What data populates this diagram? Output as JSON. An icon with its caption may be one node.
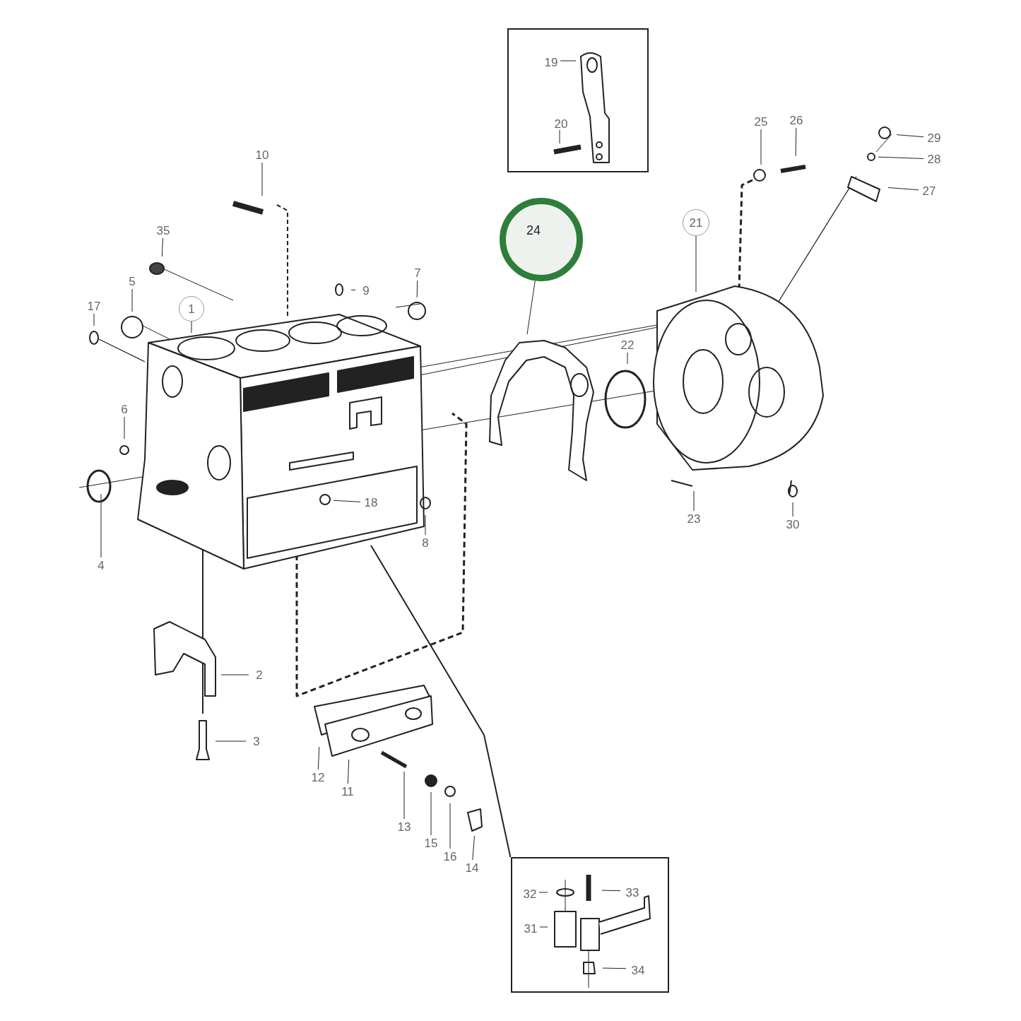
{
  "diagram": {
    "nodes": [
      {
        "text": [],
        "shape": "box"
      },
      {
        "text": [
          "19"
        ],
        "in": 0
      },
      {
        "text": [
          "20"
        ],
        "in": 0
      },
      {
        "text": [
          "25"
        ]
      },
      {
        "text": [
          "26"
        ]
      },
      {
        "text": [
          "29"
        ]
      },
      {
        "text": [
          "28"
        ]
      },
      {
        "text": [
          "27"
        ]
      },
      {
        "text": [
          "10"
        ]
      },
      {
        "text": [
          "24"
        ]
      },
      {
        "text": [
          "21"
        ]
      },
      {
        "text": [
          "35"
        ]
      },
      {
        "text": [
          "9"
        ]
      },
      {
        "text": [
          "7"
        ]
      },
      {
        "text": [
          "5"
        ]
      },
      {
        "text": [
          "1"
        ]
      },
      {
        "text": [
          "17"
        ]
      },
      {
        "text": [
          "22"
        ]
      },
      {
        "text": [
          "6"
        ]
      },
      {
        "text": [
          "18"
        ]
      },
      {
        "text": [
          "4"
        ]
      },
      {
        "text": [
          "8"
        ]
      },
      {
        "text": [
          "23"
        ]
      },
      {
        "text": [
          "30"
        ]
      },
      {
        "text": [
          "2"
        ]
      },
      {
        "text": [
          "3"
        ]
      },
      {
        "text": [
          "12"
        ]
      },
      {
        "text": [
          "11"
        ]
      },
      {
        "text": [
          "13"
        ]
      },
      {
        "text": [
          "15"
        ]
      },
      {
        "text": [
          "16"
        ]
      },
      {
        "text": [
          "14"
        ]
      },
      {
        "text": [],
        "shape": "box"
      },
      {
        "text": [
          "32"
        ],
        "in": 32
      },
      {
        "text": [
          "33"
        ],
        "in": 32
      },
      {
        "text": [
          "31"
        ],
        "in": 32
      },
      {
        "text": [
          "34"
        ],
        "in": 32
      }
    ],
    "edges": [
      {
        "from": 1,
        "to": null,
        "arrow": "none"
      },
      {
        "from": 2,
        "to": null,
        "arrow": "none"
      },
      {
        "from": 3,
        "to": null,
        "arrow": "none"
      },
      {
        "from": 4,
        "to": null,
        "arrow": "none"
      },
      {
        "from": 5,
        "to": null,
        "arrow": "none"
      },
      {
        "from": 6,
        "to": null,
        "arrow": "none"
      },
      {
        "from": 7,
        "to": null,
        "arrow": "none"
      },
      {
        "from": 8,
        "to": null,
        "arrow": "none"
      },
      {
        "from": 9,
        "to": null,
        "arrow": "none"
      },
      {
        "from": 10,
        "to": null,
        "arrow": "none"
      },
      {
        "from": 11,
        "to": null,
        "arrow": "none"
      },
      {
        "from": 12,
        "to": null,
        "arrow": "none"
      },
      {
        "from": 13,
        "to": null,
        "arrow": "none"
      },
      {
        "from": 14,
        "to": null,
        "arrow": "none"
      },
      {
        "from": 15,
        "to": null,
        "arrow": "none"
      },
      {
        "from": 16,
        "to": null,
        "arrow": "none"
      },
      {
        "from": 17,
        "to": null,
        "arrow": "none"
      },
      {
        "from": 18,
        "to": null,
        "arrow": "none"
      },
      {
        "from": 19,
        "to": null,
        "arrow": "none"
      },
      {
        "from": 20,
        "to": null,
        "arrow": "none"
      },
      {
        "from": 21,
        "to": null,
        "arrow": "none"
      },
      {
        "from": 22,
        "to": null,
        "arrow": "none"
      },
      {
        "from": 23,
        "to": null,
        "arrow": "none"
      },
      {
        "from": 24,
        "to": null,
        "arrow": "none"
      },
      {
        "from": 25,
        "to": null,
        "arrow": "none"
      },
      {
        "from": 26,
        "to": null,
        "arrow": "none"
      },
      {
        "from": 27,
        "to": null,
        "arrow": "none"
      },
      {
        "from": 28,
        "to": null,
        "arrow": "none"
      },
      {
        "from": 29,
        "to": null,
        "arrow": "none"
      },
      {
        "from": 30,
        "to": null,
        "arrow": "none"
      },
      {
        "from": 31,
        "to": null,
        "arrow": "none"
      },
      {
        "from": 33,
        "to": null,
        "arrow": "none"
      },
      {
        "from": 34,
        "to": null,
        "arrow": "none"
      },
      {
        "from": 35,
        "to": null,
        "arrow": "none"
      },
      {
        "from": 36,
        "to": null,
        "arrow": "none"
      },
      {
        "from": null,
        "to": 32,
        "arrow": "none"
      }
    ]
  }
}
